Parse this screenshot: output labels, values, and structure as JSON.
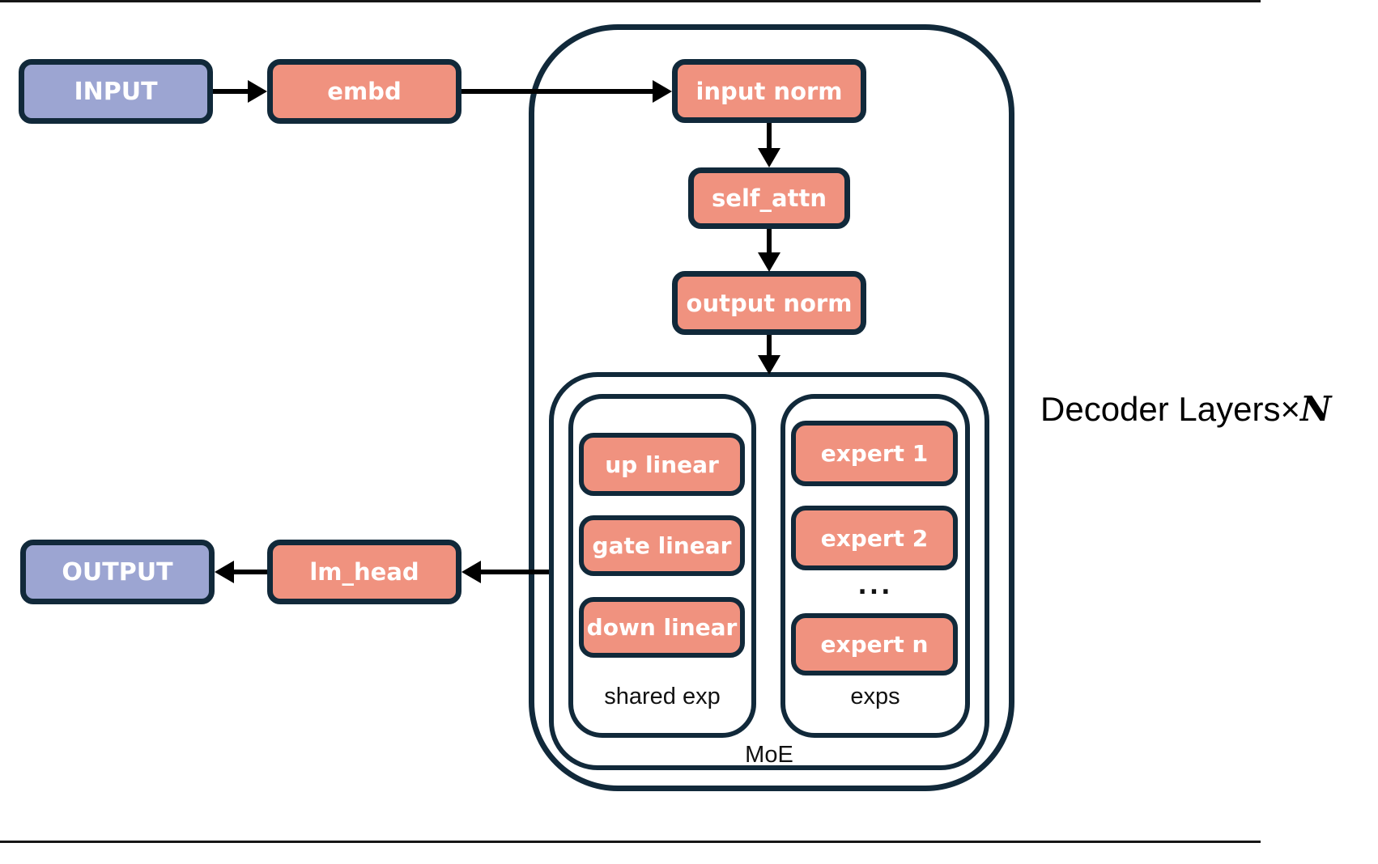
{
  "nodes": {
    "input": "INPUT",
    "embd": "embd",
    "input_norm": "input norm",
    "self_attn": "self_attn",
    "output_norm": "output norm",
    "up_linear": "up linear",
    "gate_linear": "gate linear",
    "down_linear": "down linear",
    "expert_1": "expert 1",
    "expert_2": "expert 2",
    "experts_ellipsis": "...",
    "expert_n": "expert n",
    "lm_head": "lm_head",
    "output": "OUTPUT"
  },
  "groups": {
    "shared_exp": "shared exp",
    "exps": "exps",
    "moe": "MoE",
    "decoder_layers_prefix": "Decoder Layers×",
    "decoder_layers_n": "N"
  },
  "colors": {
    "io_fill": "#9CA5D2",
    "op_fill": "#F0927F",
    "outline": "#11293A",
    "arrow": "#000000"
  }
}
